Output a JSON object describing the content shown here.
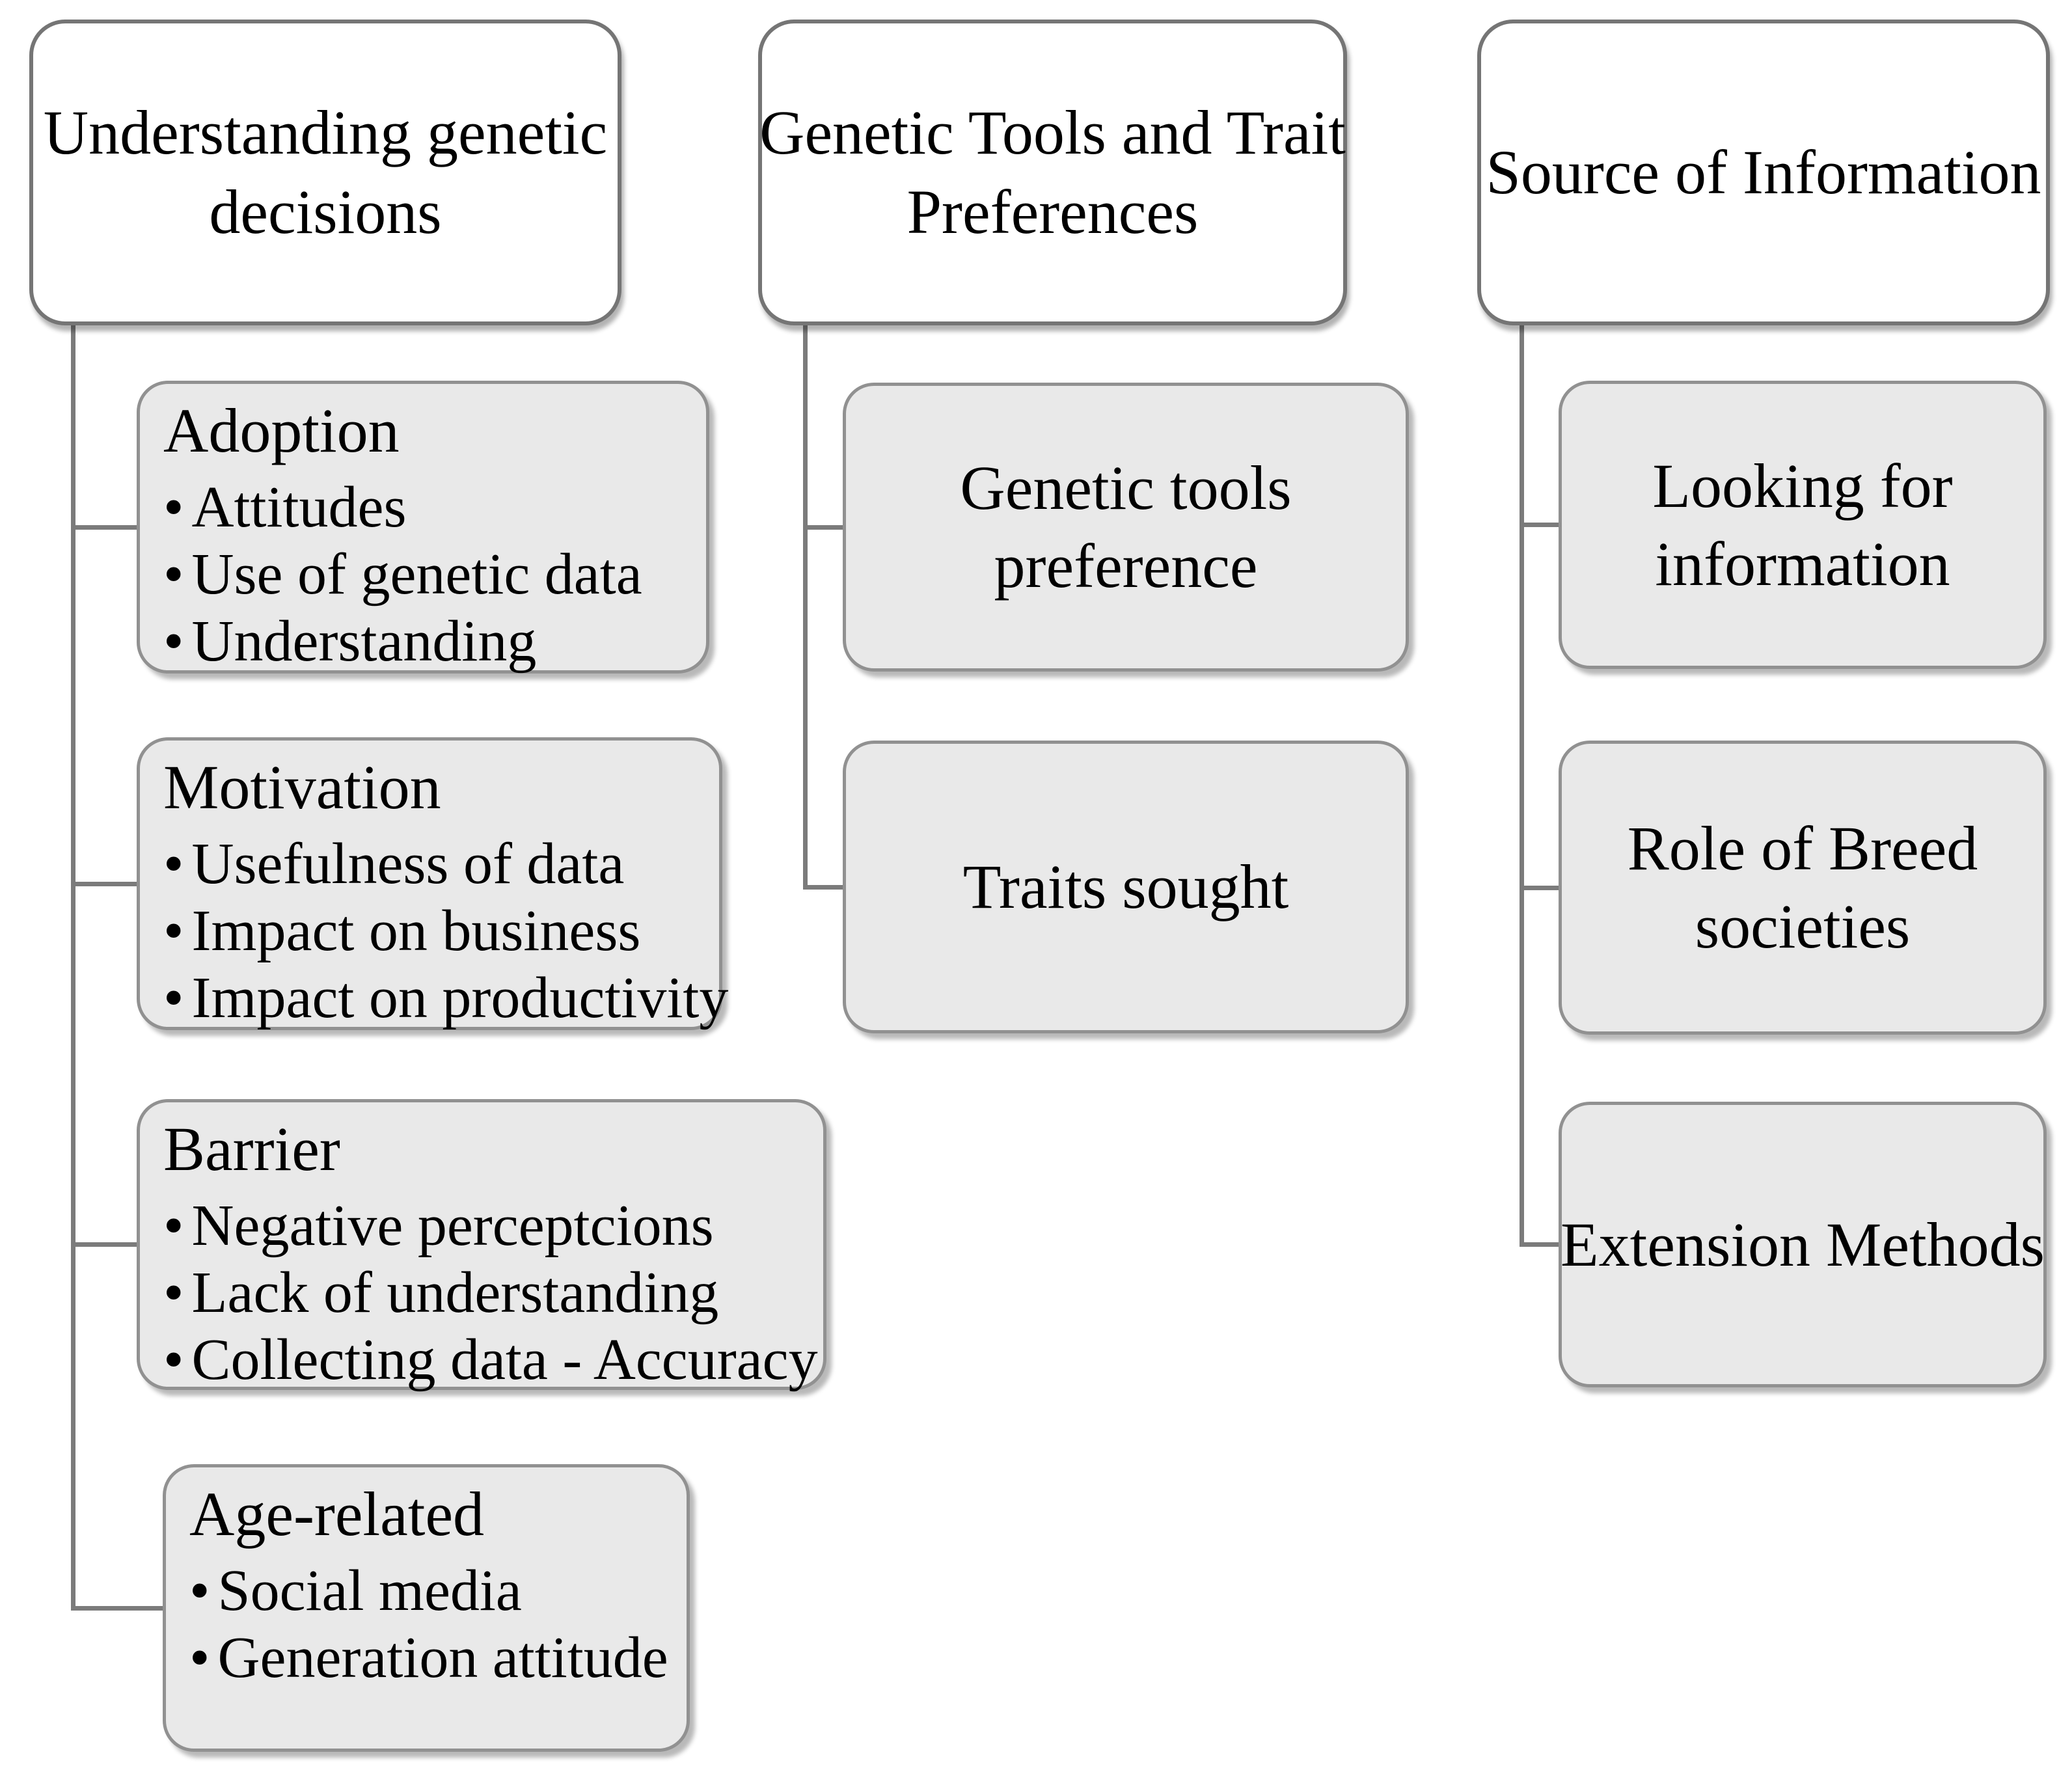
{
  "diagram": {
    "type": "concept-map",
    "bullet_char": "•",
    "colors": {
      "background": "#ffffff",
      "header_fill": "#ffffff",
      "header_border": "#757575",
      "node_fill": "#e9e9e9",
      "node_border": "#919191",
      "connector": "#7b7b7b",
      "text": "#000000"
    },
    "columns": [
      {
        "id": "understanding-genetic-decisions",
        "header_lines": [
          "Understanding genetic",
          "decisions"
        ],
        "children": [
          {
            "title": "Adoption",
            "bullets": [
              "Attitudes",
              "Use of genetic data",
              "Understanding"
            ]
          },
          {
            "title": "Motivation",
            "bullets": [
              "Usefulness of data",
              "Impact on business",
              "Impact on productivity"
            ]
          },
          {
            "title": "Barrier",
            "bullets": [
              "Negative perceptcions",
              "Lack of understanding",
              "Collecting data - Accuracy"
            ]
          },
          {
            "title": "Age-related",
            "bullets": [
              "Social media",
              "Generation attitude"
            ]
          }
        ]
      },
      {
        "id": "genetic-tools-and-trait-preferences",
        "header_lines": [
          "Genetic Tools and Trait",
          "Preferences"
        ],
        "children": [
          {
            "label_lines": [
              "Genetic tools",
              "preference"
            ]
          },
          {
            "label_lines": [
              "Traits sought"
            ]
          }
        ]
      },
      {
        "id": "source-of-information",
        "header_lines": [
          "Source of Information"
        ],
        "children": [
          {
            "label_lines": [
              "Looking for",
              "information"
            ]
          },
          {
            "label_lines": [
              "Role of Breed",
              "societies"
            ]
          },
          {
            "label_lines": [
              "Extension Methods"
            ]
          }
        ]
      }
    ]
  }
}
